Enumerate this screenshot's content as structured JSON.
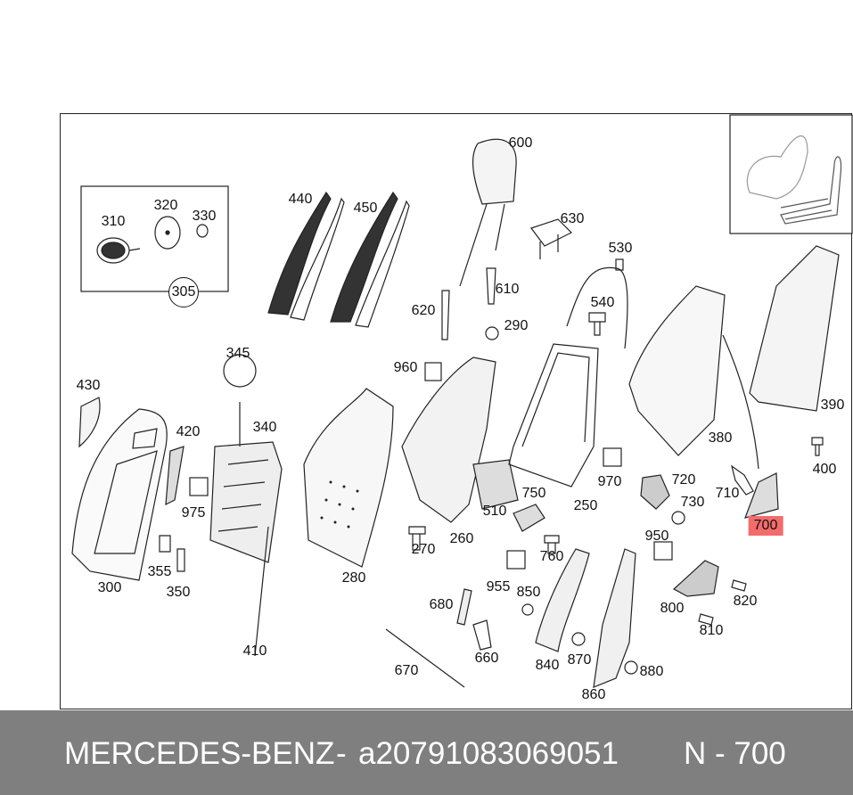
{
  "footer": {
    "brand": "MERCEDES-BENZ",
    "separator": "-",
    "part_number": "a20791083069051",
    "position_code": "N - 700"
  },
  "highlight_color": "#f46b6b",
  "labels": {
    "l310": "310",
    "l320": "320",
    "l330": "330",
    "l305": "305",
    "l440": "440",
    "l450": "450",
    "l600": "600",
    "l630": "630",
    "l530": "530",
    "l610": "610",
    "l620": "620",
    "l540": "540",
    "l290": "290",
    "l960": "960",
    "l345": "345",
    "l430": "430",
    "l420": "420",
    "l340": "340",
    "l975": "975",
    "l300": "300",
    "l355": "355",
    "l350": "350",
    "l410": "410",
    "l280": "280",
    "l260": "260",
    "l270": "270",
    "l510": "510",
    "l750": "750",
    "l250": "250",
    "l970": "970",
    "l720": "720",
    "l730": "730",
    "l380": "380",
    "l390": "390",
    "l400": "400",
    "l710": "710",
    "l700": "700",
    "l760": "760",
    "l955": "955",
    "l850": "850",
    "l680": "680",
    "l660": "660",
    "l670": "670",
    "l840": "840",
    "l870": "870",
    "l880": "880",
    "l860": "860",
    "l950": "950",
    "l800": "800",
    "l810": "810",
    "l820": "820"
  }
}
